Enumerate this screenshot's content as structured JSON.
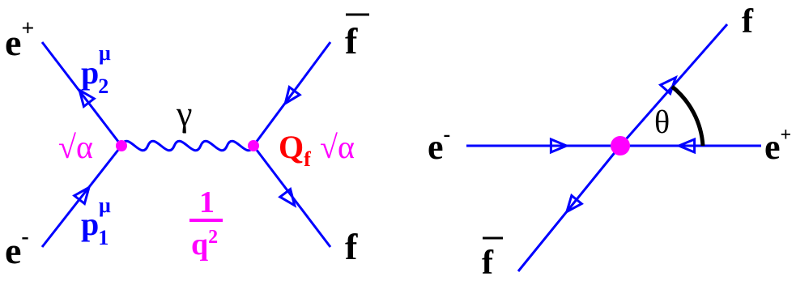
{
  "colors": {
    "line": "#0000ff",
    "coupling": "#ff00ff",
    "charge": "#ff0000",
    "text": "#000000"
  },
  "left_diagram": {
    "positron": {
      "symbol": "e",
      "sup": "+"
    },
    "electron": {
      "symbol": "e",
      "sup": "-"
    },
    "antifermion": {
      "symbol": "f"
    },
    "fermion": {
      "symbol": "f"
    },
    "momentum_p2": {
      "base": "p",
      "sub": "2",
      "sup": "μ"
    },
    "momentum_p1": {
      "base": "p",
      "sub": "1",
      "sup": "μ"
    },
    "photon": "γ",
    "vertex_left_coupling": "√α",
    "vertex_right_charge": {
      "base": "Q",
      "sub": "f"
    },
    "vertex_right_coupling": "√α",
    "propagator": {
      "numerator": "1",
      "denominator_base": "q",
      "denominator_sup": "2"
    }
  },
  "right_diagram": {
    "electron": {
      "symbol": "e",
      "sup": "-"
    },
    "positron": {
      "symbol": "e",
      "sup": "+"
    },
    "fermion": {
      "symbol": "f"
    },
    "antifermion": {
      "symbol": "f"
    },
    "angle": "θ"
  }
}
